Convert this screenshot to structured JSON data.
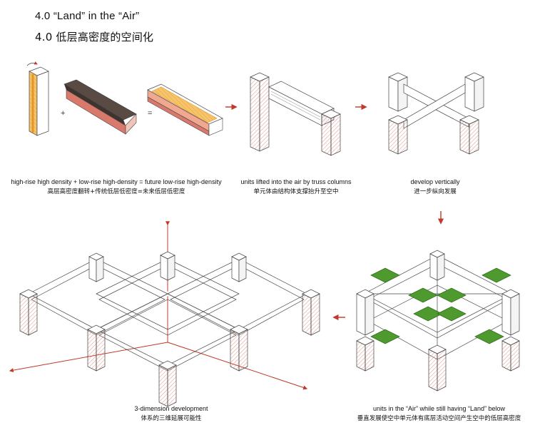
{
  "title_en": "4.0 “Land” in the “Air”",
  "title_cn": "4.0 低层高密度的空间化",
  "operators": {
    "plus": "+",
    "equals": "="
  },
  "colors": {
    "accent_arrow": "#c0392b",
    "hatch_red": "#d9796b",
    "tower_orange": "#f2b24c",
    "roof_dark": "#5a4a44",
    "green_slab": "#4e9a2e",
    "line": "#444444"
  },
  "steps": [
    {
      "en": "high-rise high density + low-rise high-density = future low-rise high-density",
      "cn": "高层高密度翻转+传统低层低密度=未来低层低密度"
    },
    {
      "en": "units lifted into the air by truss columns",
      "cn": "单元体由结构体支撑抬升至空中"
    },
    {
      "en": "develop vertically",
      "cn": "进一步纵向发展"
    },
    {
      "en": "units in the “Air” while still having “Land” below",
      "cn": "垂直发展使空中单元体有底层活动空间产生空中的低层高密度"
    },
    {
      "en": "3-dimension development",
      "cn": "体系的三维延展可能性"
    }
  ]
}
